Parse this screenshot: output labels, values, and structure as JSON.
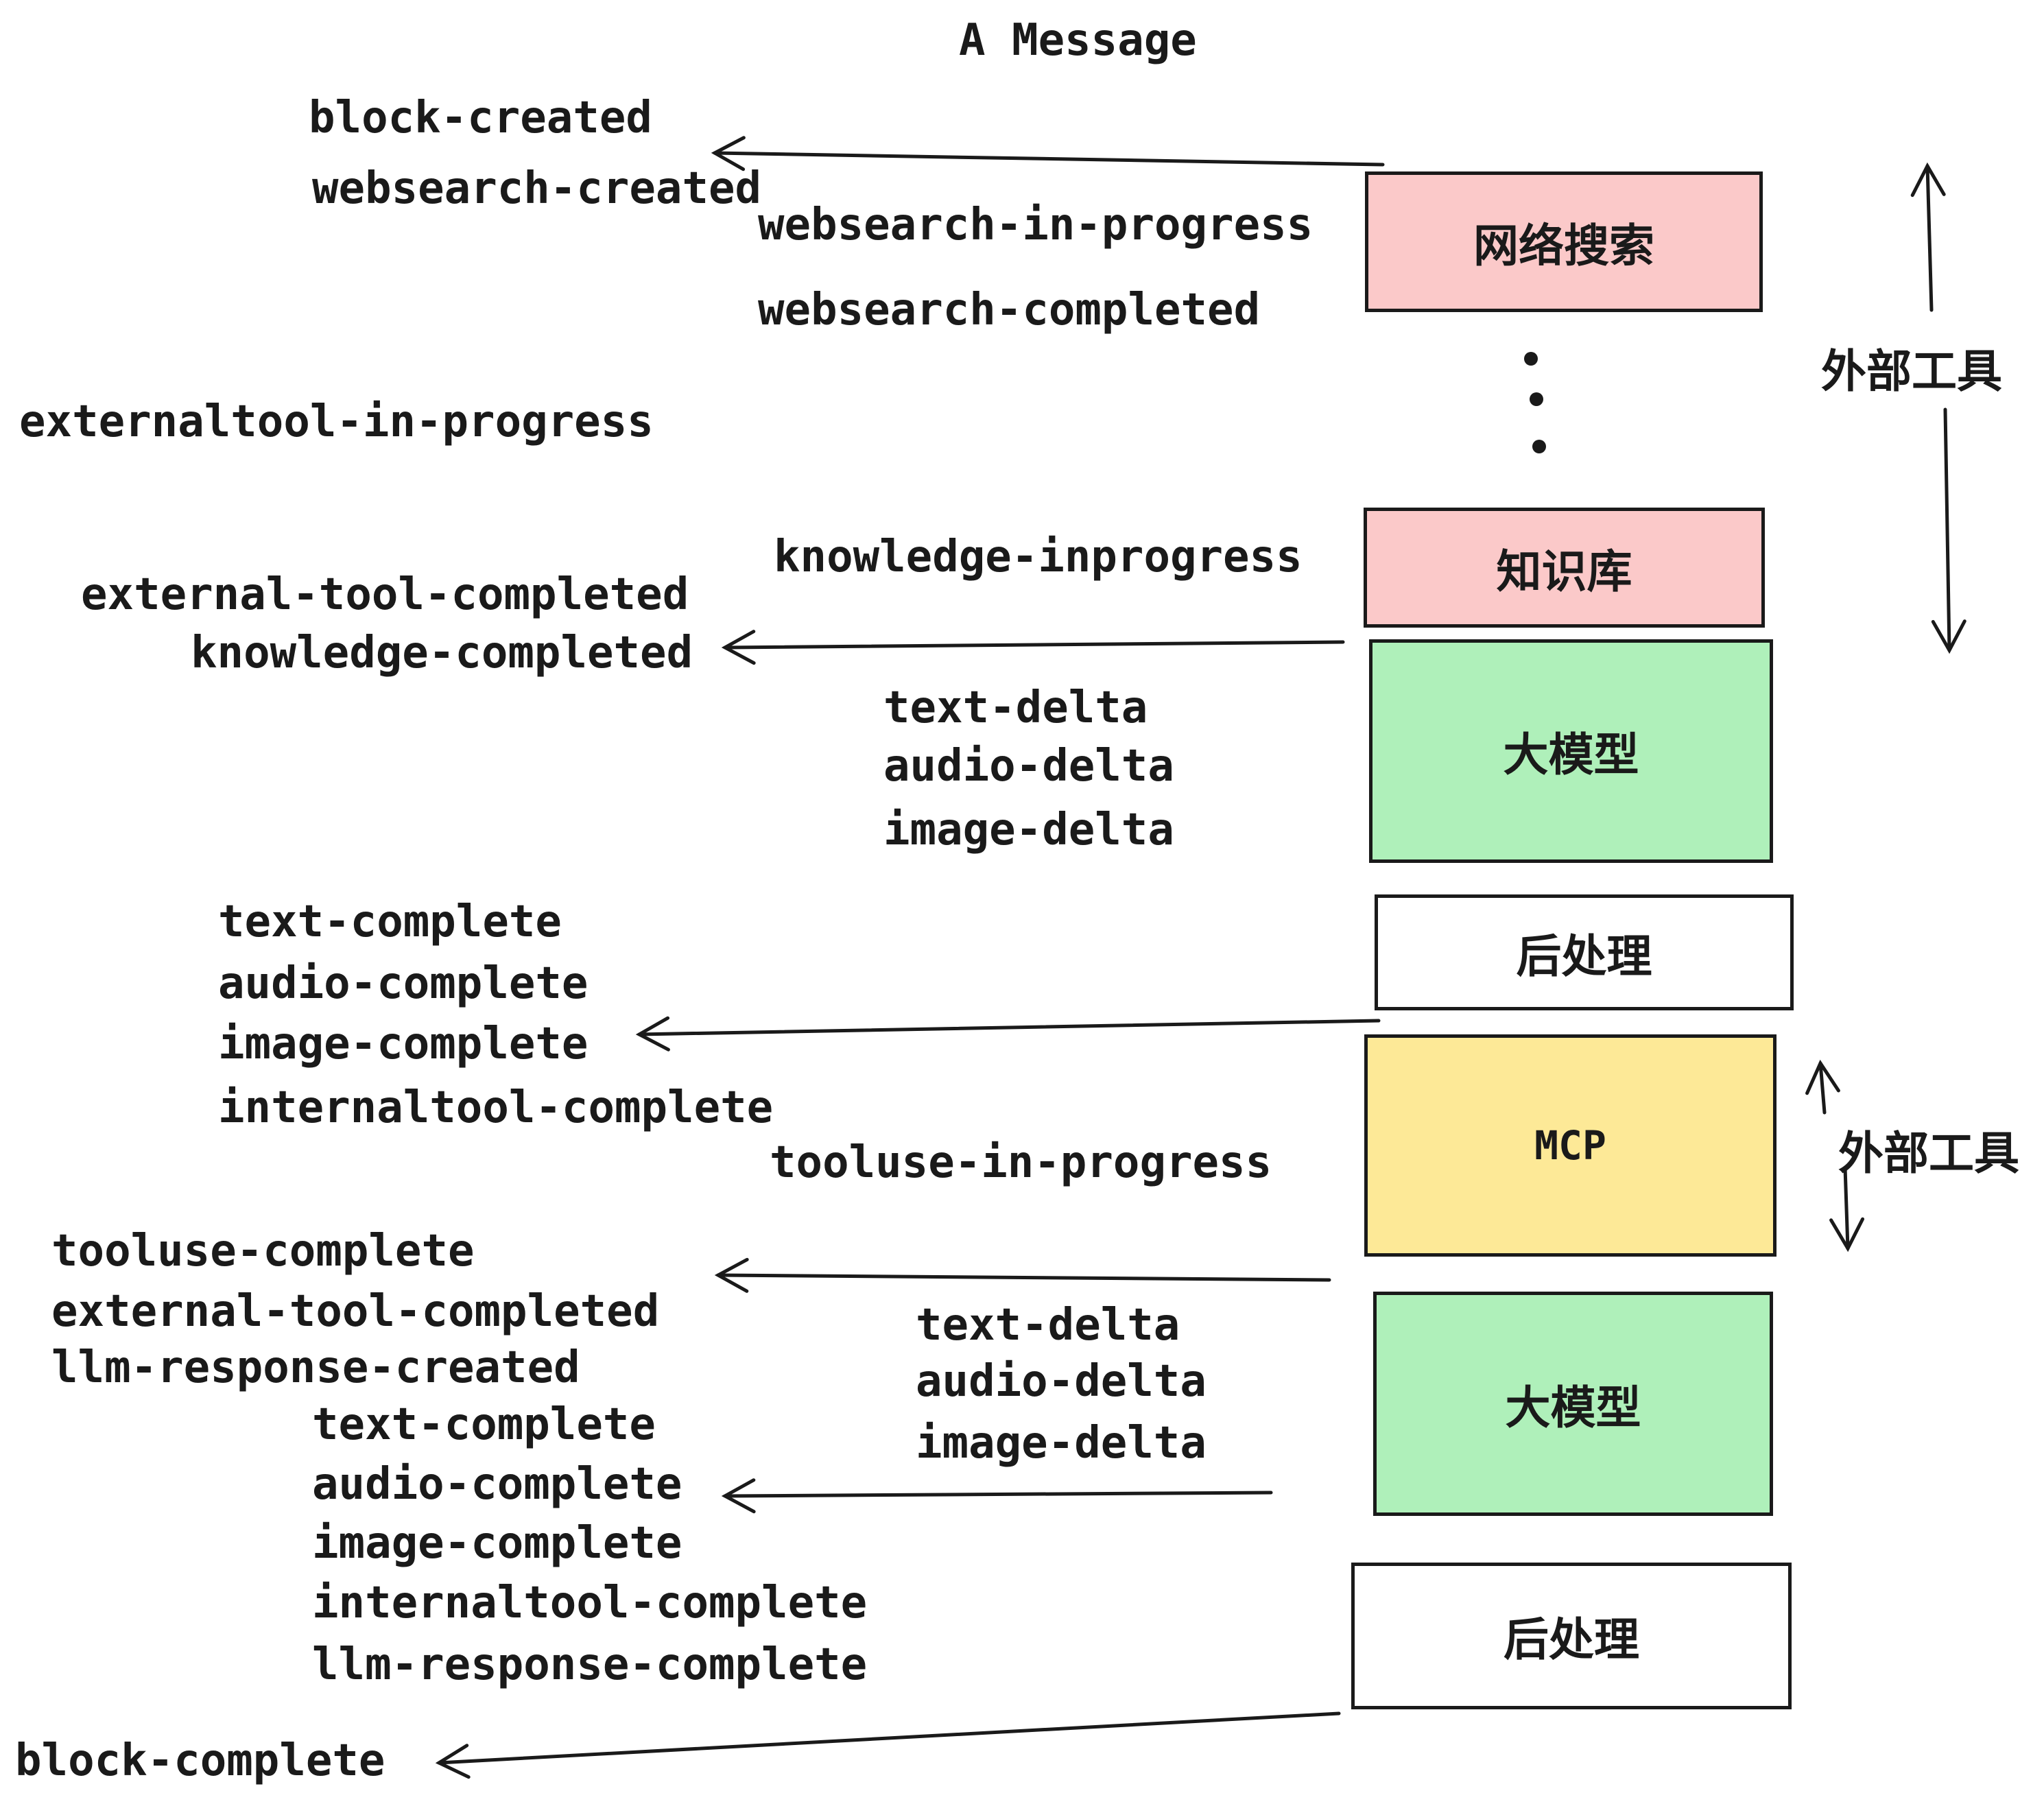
{
  "title": "A Message",
  "colors": {
    "pink": "#FBC9C9",
    "green": "#AFF0BA",
    "yellow": "#FDE997",
    "white": "#FFFFFF",
    "ink": "#1A1A1A"
  },
  "boxes": [
    {
      "label": "网络搜索",
      "color": "pink"
    },
    {
      "label": "知识库",
      "color": "pink"
    },
    {
      "label": "大模型",
      "color": "green"
    },
    {
      "label": "后处理",
      "color": "white"
    },
    {
      "label": "MCP",
      "color": "yellow"
    },
    {
      "label": "大模型",
      "color": "green"
    },
    {
      "label": "后处理",
      "color": "white"
    }
  ],
  "side_labels": [
    {
      "text": "外部工具"
    },
    {
      "text": "外部工具"
    }
  ],
  "events": [
    {
      "text": "block-created"
    },
    {
      "text": "websearch-created"
    },
    {
      "text": "websearch-in-progress"
    },
    {
      "text": "websearch-completed"
    },
    {
      "text": "externaltool-in-progress"
    },
    {
      "text": "knowledge-inprogress"
    },
    {
      "text": "external-tool-completed"
    },
    {
      "text": "knowledge-completed"
    },
    {
      "text": "text-delta"
    },
    {
      "text": "audio-delta"
    },
    {
      "text": "image-delta"
    },
    {
      "text": "text-complete"
    },
    {
      "text": "audio-complete"
    },
    {
      "text": "image-complete"
    },
    {
      "text": "internaltool-complete"
    },
    {
      "text": "tooluse-in-progress"
    },
    {
      "text": "tooluse-complete"
    },
    {
      "text": "external-tool-completed"
    },
    {
      "text": "llm-response-created"
    },
    {
      "text": "text-delta"
    },
    {
      "text": "audio-delta"
    },
    {
      "text": "image-delta"
    },
    {
      "text": "text-complete"
    },
    {
      "text": "audio-complete"
    },
    {
      "text": "image-complete"
    },
    {
      "text": "internaltool-complete"
    },
    {
      "text": "llm-response-complete"
    },
    {
      "text": "block-complete"
    }
  ]
}
